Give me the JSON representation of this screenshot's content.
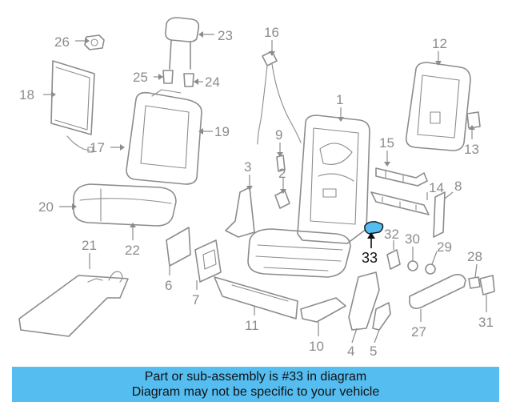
{
  "callouts": [
    "1",
    "2",
    "3",
    "4",
    "5",
    "6",
    "7",
    "8",
    "9",
    "10",
    "11",
    "12",
    "13",
    "14",
    "15",
    "16",
    "17",
    "18",
    "19",
    "20",
    "21",
    "22",
    "23",
    "24",
    "25",
    "26",
    "27",
    "28",
    "29",
    "30",
    "31",
    "32",
    "33"
  ],
  "highlight": {
    "part_number": "33",
    "color": "#55bdf0"
  },
  "banner": {
    "line1": "Part or sub-assembly is #33 in diagram",
    "line2": "Diagram may not be specific to your vehicle",
    "background": "#55bdf0"
  },
  "colors": {
    "line_art": "#8c8c8c",
    "text_dark": "#111111"
  }
}
